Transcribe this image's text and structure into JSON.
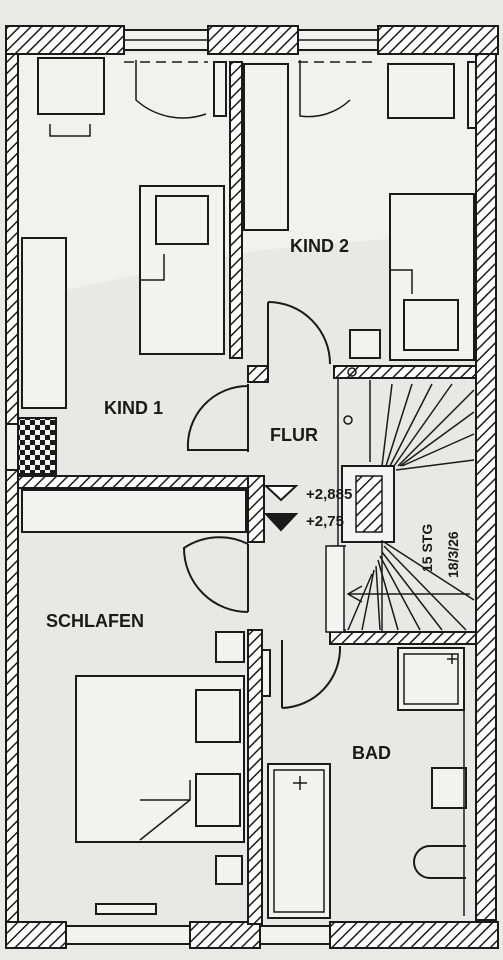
{
  "rooms": {
    "kind2": "KIND 2",
    "kind1": "KIND 1",
    "flur": "FLUR",
    "schlafen": "SCHLAFEN",
    "bad": "BAD"
  },
  "levels": {
    "upper": "+2,885",
    "lower": "+2,75"
  },
  "stairs": {
    "steps": "15 STG",
    "ratio": "18/3/26"
  }
}
